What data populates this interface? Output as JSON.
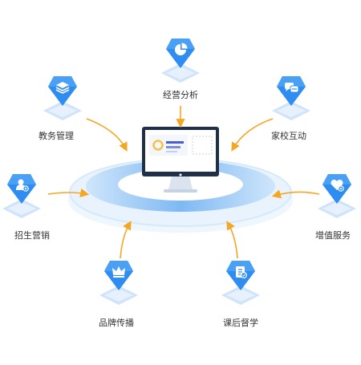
{
  "colors": {
    "primary": "#2f8cf0",
    "primary_dark": "#1f6fd6",
    "platform_light": "#e6f2fd",
    "platform_mid": "#8fc4f6",
    "arrow": "#f5a623",
    "text": "#333333"
  },
  "center": {
    "monitor_icon": "desktop-monitor-icon"
  },
  "modules": [
    {
      "id": "jingying",
      "label": "经营分析",
      "icon": "pie-chart-icon"
    },
    {
      "id": "jiaowu",
      "label": "教务管理",
      "icon": "layers-icon"
    },
    {
      "id": "jiaxiao",
      "label": "家校互动",
      "icon": "chat-bubbles-icon"
    },
    {
      "id": "zhaosheng",
      "label": "招生营销",
      "icon": "add-user-icon"
    },
    {
      "id": "zengzhi",
      "label": "增值服务",
      "icon": "heart-plus-icon"
    },
    {
      "id": "pinpai",
      "label": "品牌传播",
      "icon": "crown-icon"
    },
    {
      "id": "kehou",
      "label": "课后督学",
      "icon": "document-check-icon"
    }
  ]
}
